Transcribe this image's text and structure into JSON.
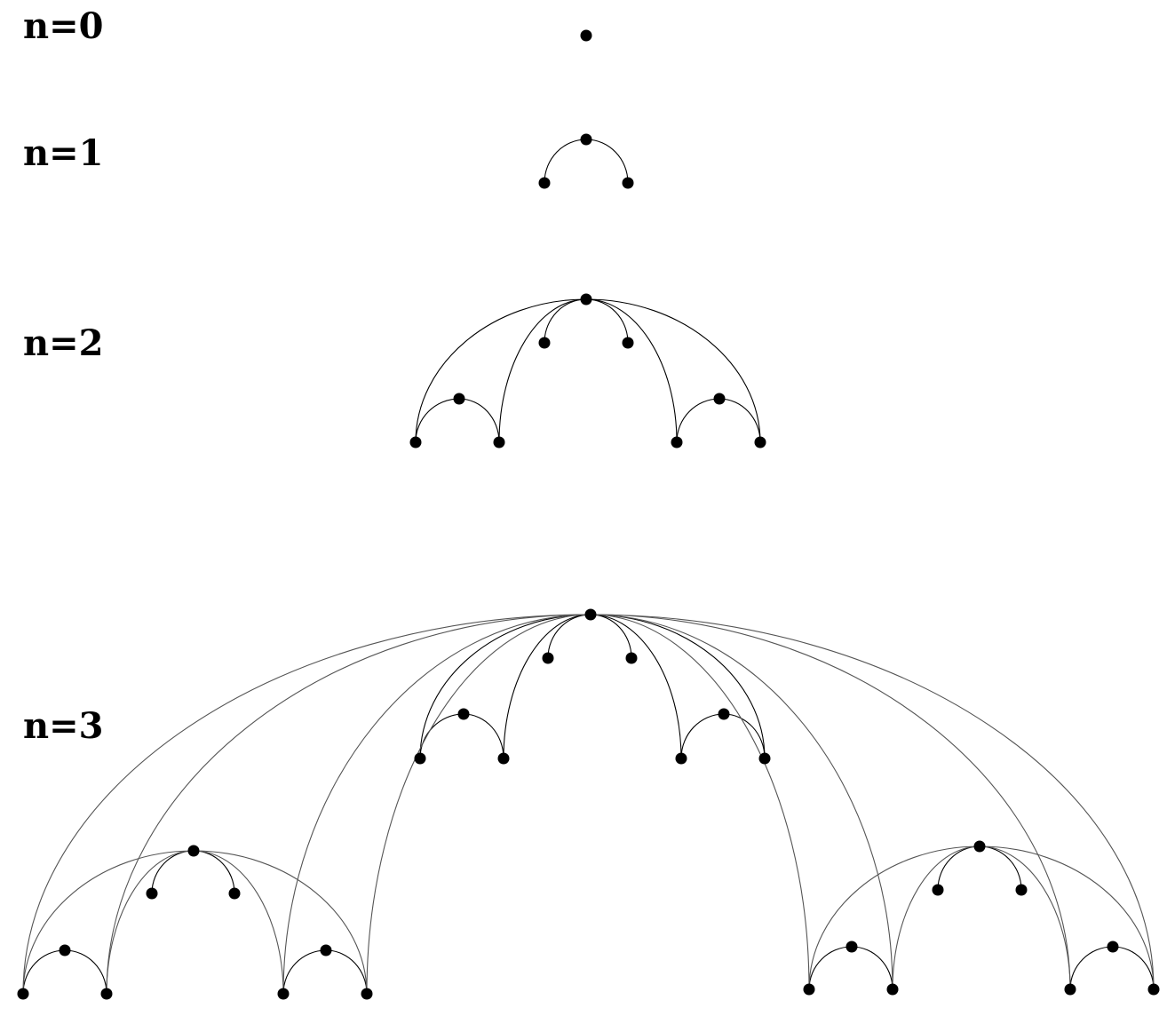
{
  "labels": {
    "n0": "n=0",
    "n1": "n=1",
    "n2": "n=2",
    "n3": "n=3"
  },
  "colors": {
    "node": "#000000",
    "edge": "#000000",
    "edge_outer": "#555555",
    "background": "#ffffff"
  }
}
